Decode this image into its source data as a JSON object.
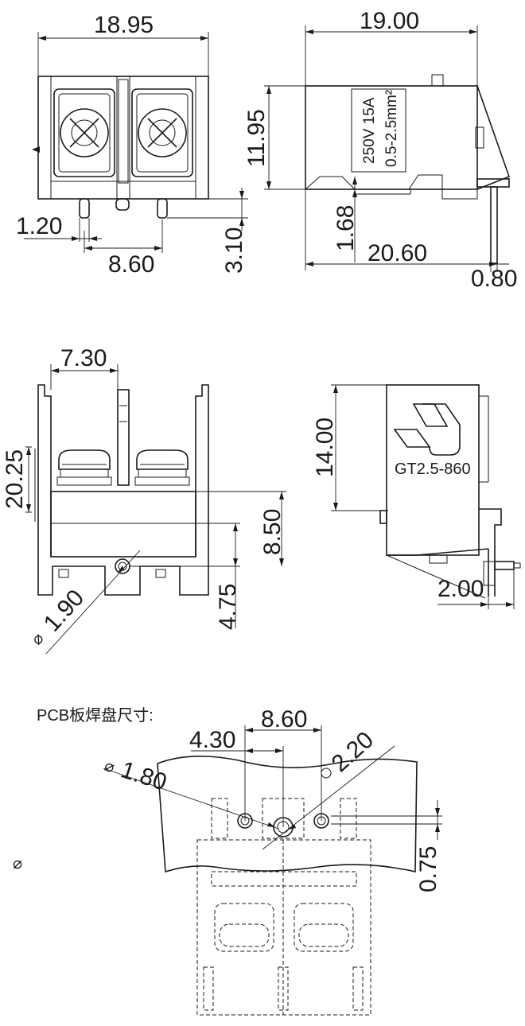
{
  "front_view": {
    "width": "18.95",
    "pin_width": "1.20",
    "pin_pitch": "8.60",
    "pin_length": "3.10"
  },
  "side_view": {
    "depth": "19.00",
    "height": "11.95",
    "offset": "1.68",
    "overall_depth": "20.60",
    "pin_thickness": "0.80",
    "rating_voltage_current": "250V  15A",
    "rating_wire": "0.5-2.5mm²"
  },
  "rear_view": {
    "half_width": "7.30",
    "overall_height": "20.25",
    "body_height": "8.50",
    "hole_height": "4.75",
    "hole_diameter": "1.90",
    "hole_diameter_symbol": "⌀"
  },
  "label_view": {
    "height": "14.00",
    "model": "GT2.5-860",
    "pin_offset": "2.00"
  },
  "pcb_layout": {
    "title": "PCB板焊盘尺寸:",
    "pitch": "8.60",
    "half_pitch": "4.30",
    "hole_diameter": "1.80",
    "pad_diameter": "2.20",
    "row_offset": "0.75",
    "diameter_symbol": "⌀",
    "stray_symbol": "⌀"
  }
}
